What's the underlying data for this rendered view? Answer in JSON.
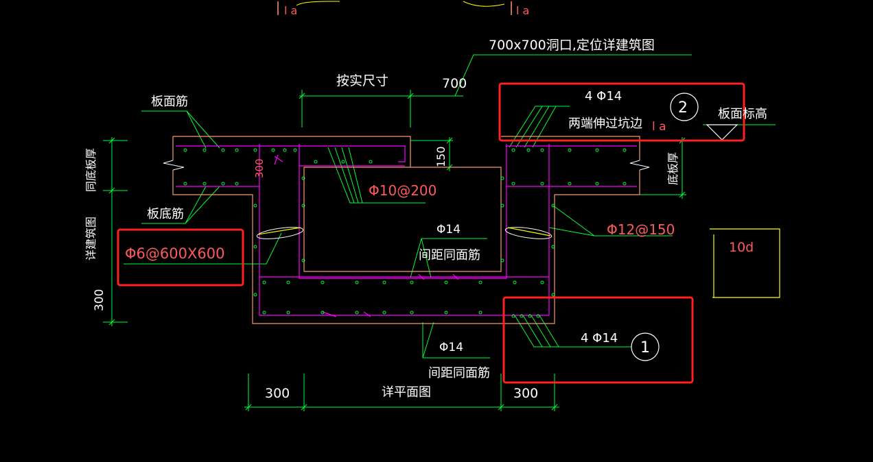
{
  "colors": {
    "background": "#000000",
    "dimension_green": "#00ff33",
    "magenta": "#ff00ff",
    "orange": "#ff9966",
    "white": "#ffffff",
    "red_text": "#ff5a5a",
    "yellow": "#ffff00",
    "highlight_red": "#ff2020"
  },
  "labels": {
    "la_top_left": "l a",
    "la_top_right": "l a",
    "opening_note": "700x700洞口,定位详建筑图",
    "actual_size": "按实尺寸",
    "dim_700": "700",
    "slab_top_bar": "板面筋",
    "slab_bottom_bar": "板底筋",
    "same_as_slab_bottom_thickness": "同底板厚",
    "see_architecture": "详建筑图",
    "dim_300_left": "300",
    "dim_150": "150",
    "dim_300_inner": "300",
    "phi10_200": "Φ10@200",
    "phi14_mid": "Φ14",
    "spacing_same_mid": "间距同面筋",
    "phi12_150": "Φ12@150",
    "ten_d": "10d",
    "bottom_thickness": "底板厚",
    "phi14_bottom": "Φ14",
    "spacing_same_bottom": "间距同面筋",
    "dim_300_bl": "300",
    "plan_detail": "详平面图",
    "dim_300_br": "300",
    "slab_elevation": "板面标高"
  },
  "callouts": {
    "box_left": {
      "text": "Φ6@600X600"
    },
    "box_top": {
      "bars": "4 Φ14",
      "note": "两端伸过坑边",
      "la": "l a",
      "marker": "2"
    },
    "box_bottom": {
      "bars": "4 Φ14",
      "marker": "1"
    }
  }
}
